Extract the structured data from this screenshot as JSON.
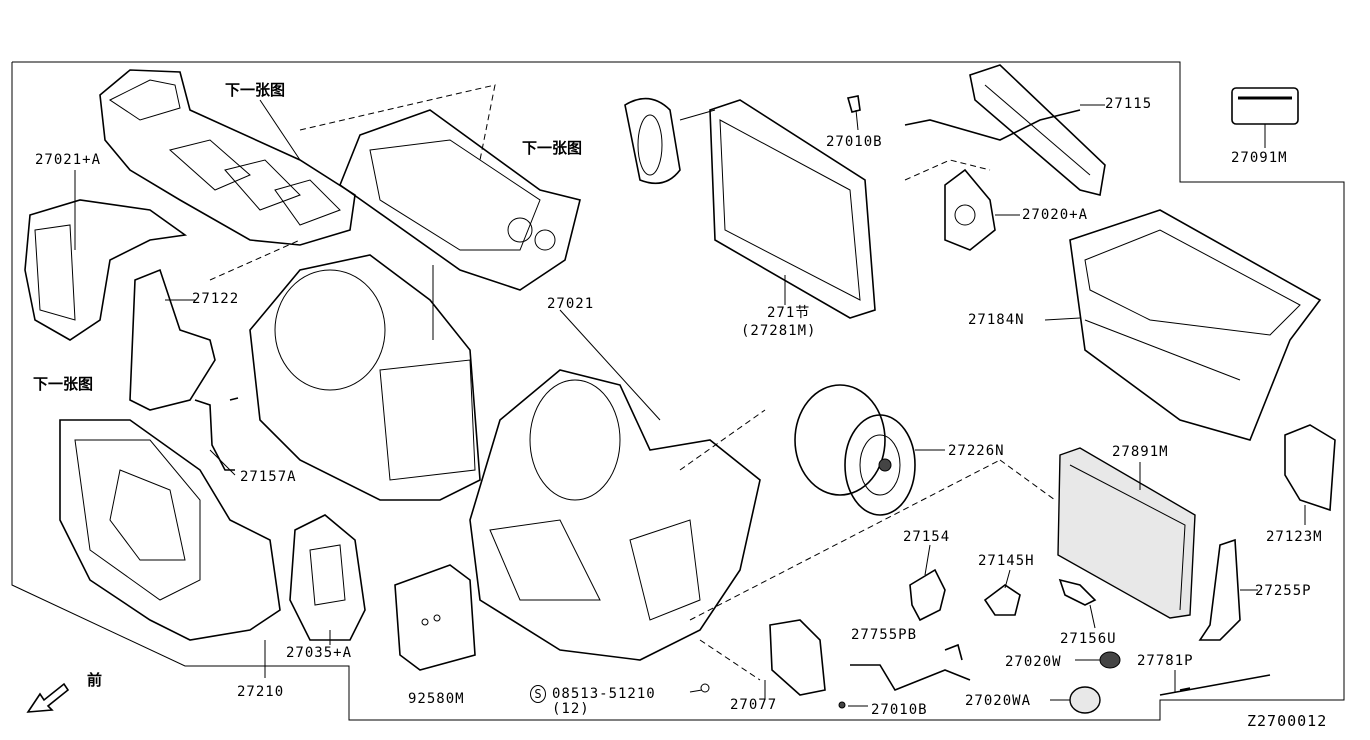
{
  "diagram_id": "Z2700012",
  "front_label": "前",
  "labels": {
    "p27021a": "27021+A",
    "next1": "下一张图",
    "next2": "下一张图",
    "next3": "下一张图",
    "p27122": "27122",
    "p27157a": "27157A",
    "p27021": "27021",
    "p27010b_top": "27010B",
    "p27115": "27115",
    "p27091m": "27091M",
    "p27020a": "27020+A",
    "p271": "271节",
    "p27281m": "(27281M)",
    "p27184n": "27184N",
    "p27226n": "27226N",
    "p27891m": "27891M",
    "p27123m": "27123M",
    "p27154": "27154",
    "p27145h": "27145H",
    "p27255p": "27255P",
    "p27156u": "27156U",
    "p27755pb": "27755PB",
    "p27020w": "27020W",
    "p27781p": "27781P",
    "p27035a": "27035+A",
    "p27210": "27210",
    "p92580m": "92580M",
    "s_symbol": "S",
    "p08513": "08513-51210",
    "p08513_qty": "(12)",
    "p27077": "27077",
    "p27010b_bottom": "27010B",
    "p27020wa": "27020WA"
  }
}
